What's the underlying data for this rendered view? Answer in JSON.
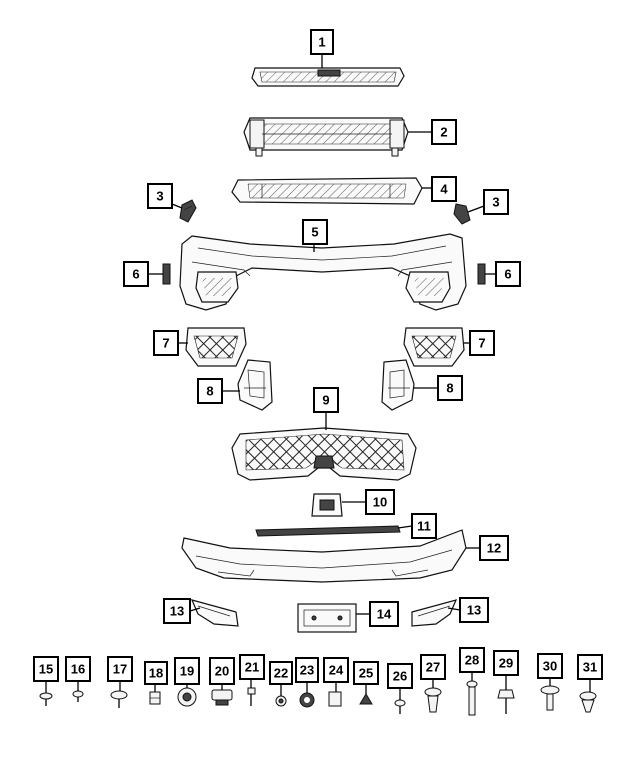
{
  "callouts": [
    "1",
    "2",
    "3",
    "4",
    "5",
    "6",
    "7",
    "8",
    "9",
    "10",
    "11",
    "12",
    "13",
    "14",
    "15",
    "16",
    "17",
    "18",
    "19",
    "20",
    "21",
    "22",
    "23",
    "24",
    "25",
    "26",
    "27",
    "28",
    "29",
    "30",
    "31"
  ]
}
